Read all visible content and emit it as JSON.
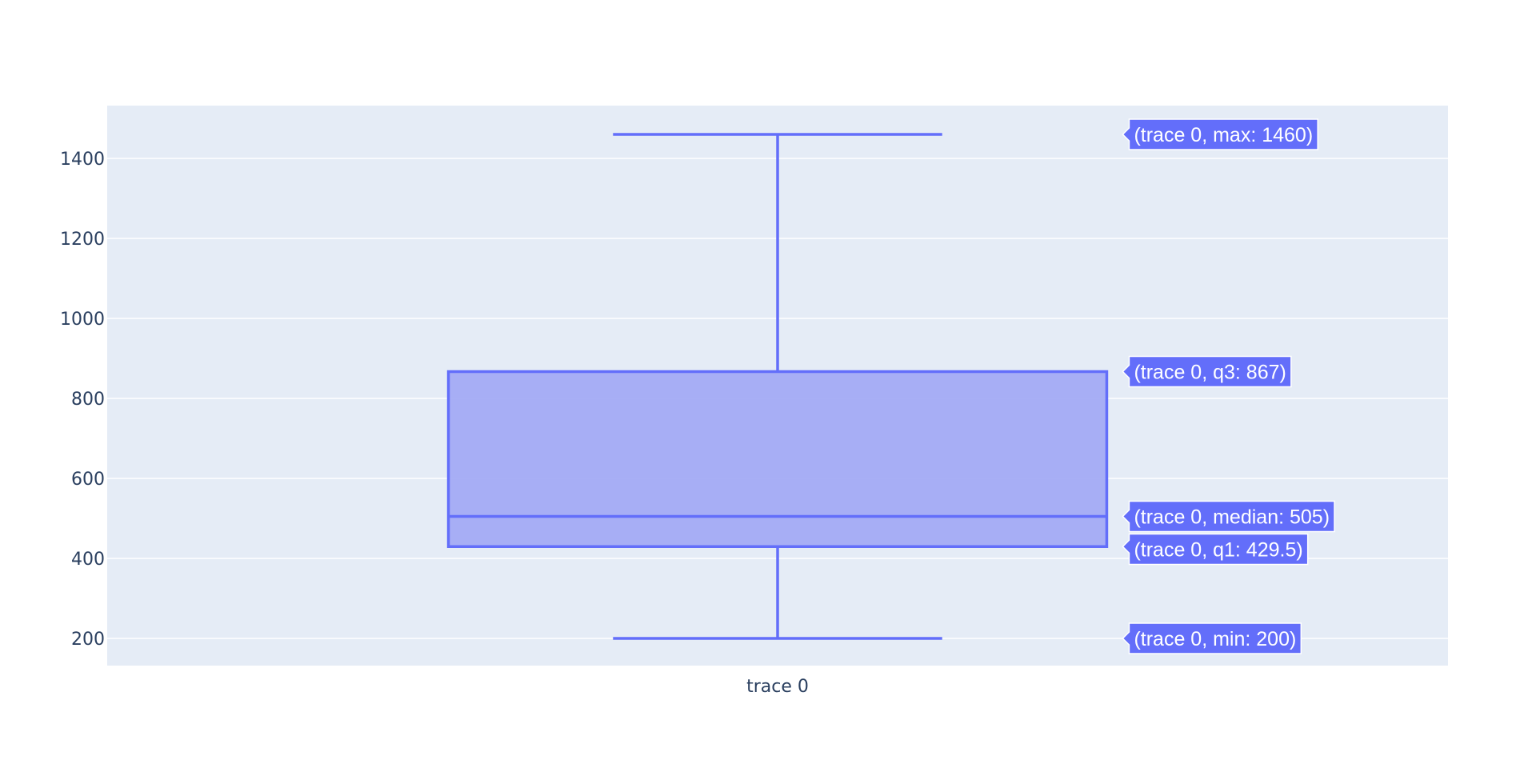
{
  "chart_data": {
    "type": "box",
    "title": "",
    "xlabel": "",
    "ylabel": "",
    "categories": [
      "trace 0"
    ],
    "series": [
      {
        "name": "trace 0",
        "min": 200,
        "q1": 429.5,
        "median": 505,
        "q3": 867,
        "max": 1460
      }
    ],
    "ylim": [
      132,
      1532
    ],
    "yticks": [
      200,
      400,
      600,
      800,
      1000,
      1200,
      1400
    ],
    "grid": true,
    "legend": "none",
    "hover_labels": [
      {
        "key": "max",
        "text": "(trace 0, max: 1460)",
        "value": 1460
      },
      {
        "key": "q3",
        "text": "(trace 0, q3: 867)",
        "value": 867
      },
      {
        "key": "median",
        "text": "(trace 0, median: 505)",
        "value": 505
      },
      {
        "key": "q1",
        "text": "(trace 0, q1: 429.5)",
        "value": 429.5
      },
      {
        "key": "min",
        "text": "(trace 0, min: 200)",
        "value": 200
      }
    ],
    "colors": {
      "plot_background": "#e5ecf6",
      "grid": "#ffffff",
      "box_line": "#636efa",
      "box_fill": "#a3abf4",
      "hover_background": "#636efa",
      "tick_text": "#2a3f5f"
    }
  }
}
